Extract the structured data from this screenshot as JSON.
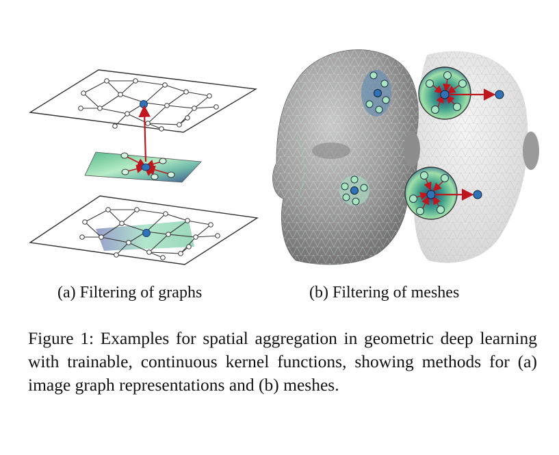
{
  "figure": {
    "subfigures": [
      {
        "label": "(a) Filtering of graphs"
      },
      {
        "label": "(b) Filtering of meshes"
      }
    ],
    "caption": "Figure 1: Examples for spatial aggregation in geometric deep learning with trainable, continuous kernel functions, showing methods for (a) image graph representations and (b) meshes."
  },
  "colors": {
    "edge": "#333333",
    "node": "#ffffff",
    "center_node": "#2f72b8",
    "arrow": "#c0161d",
    "kernel_green": "#7fd6a8",
    "kernel_dark": "#3a3a8a",
    "mesh_face": "#9a9a9a",
    "mesh_wire": "#7ee0b0",
    "neighbor_node": "#a8e6c2"
  }
}
